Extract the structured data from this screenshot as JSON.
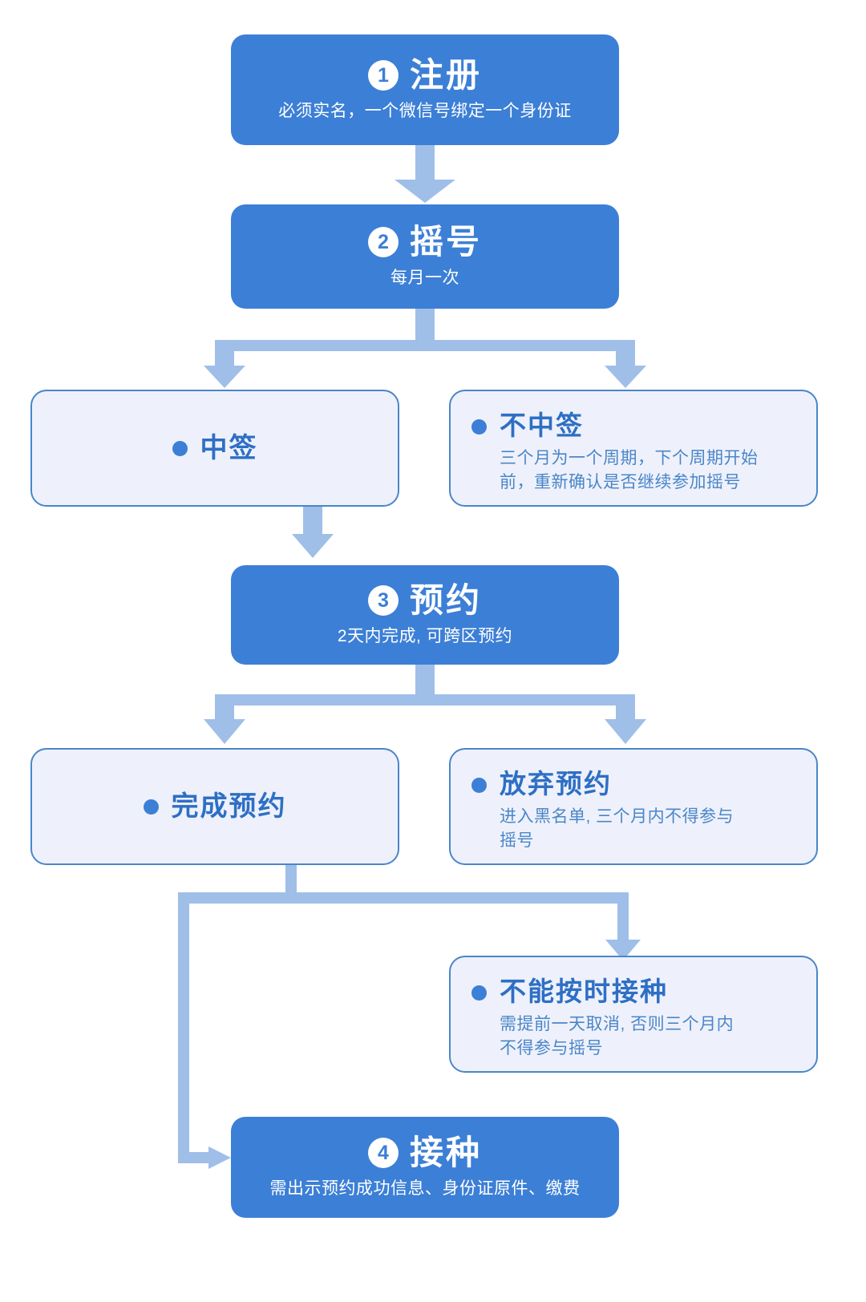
{
  "meta": {
    "title": "疫苗预约接种流程图",
    "colors": {
      "primary": "#3C7FD6",
      "light_fill": "#EEF1FB",
      "light_border": "#4A86C8",
      "connector": "#9FBFE8",
      "text_on_primary": "#FFFFFF",
      "text_accent": "#2E6FC4",
      "text_desc": "#4A86C8"
    }
  },
  "steps": [
    {
      "number": "1",
      "title": "注册",
      "subtitle": "必须实名，一个微信号绑定一个身份证"
    },
    {
      "number": "2",
      "title": "摇号",
      "subtitle": "每月一次"
    },
    {
      "number": "3",
      "title": "预约",
      "subtitle": "2天内完成, 可跨区预约"
    },
    {
      "number": "4",
      "title": "接种",
      "subtitle": "需出示预约成功信息、身份证原件、缴费"
    }
  ],
  "outcomes": {
    "won_lottery": {
      "title": "中签",
      "desc": ""
    },
    "lost_lottery": {
      "title": "不中签",
      "desc_line1": "三个月为一个周期，下个周期开始",
      "desc_line2": "前，重新确认是否继续参加摇号"
    },
    "booking_done": {
      "title": "完成预约",
      "desc": ""
    },
    "booking_abandoned": {
      "title": "放弃预约",
      "desc_line1": "进入黑名单, 三个月内不得参与",
      "desc_line2": "摇号"
    },
    "cannot_attend": {
      "title": "不能按时接种",
      "desc_line1": "需提前一天取消, 否则三个月内",
      "desc_line2": "不得参与摇号"
    }
  }
}
